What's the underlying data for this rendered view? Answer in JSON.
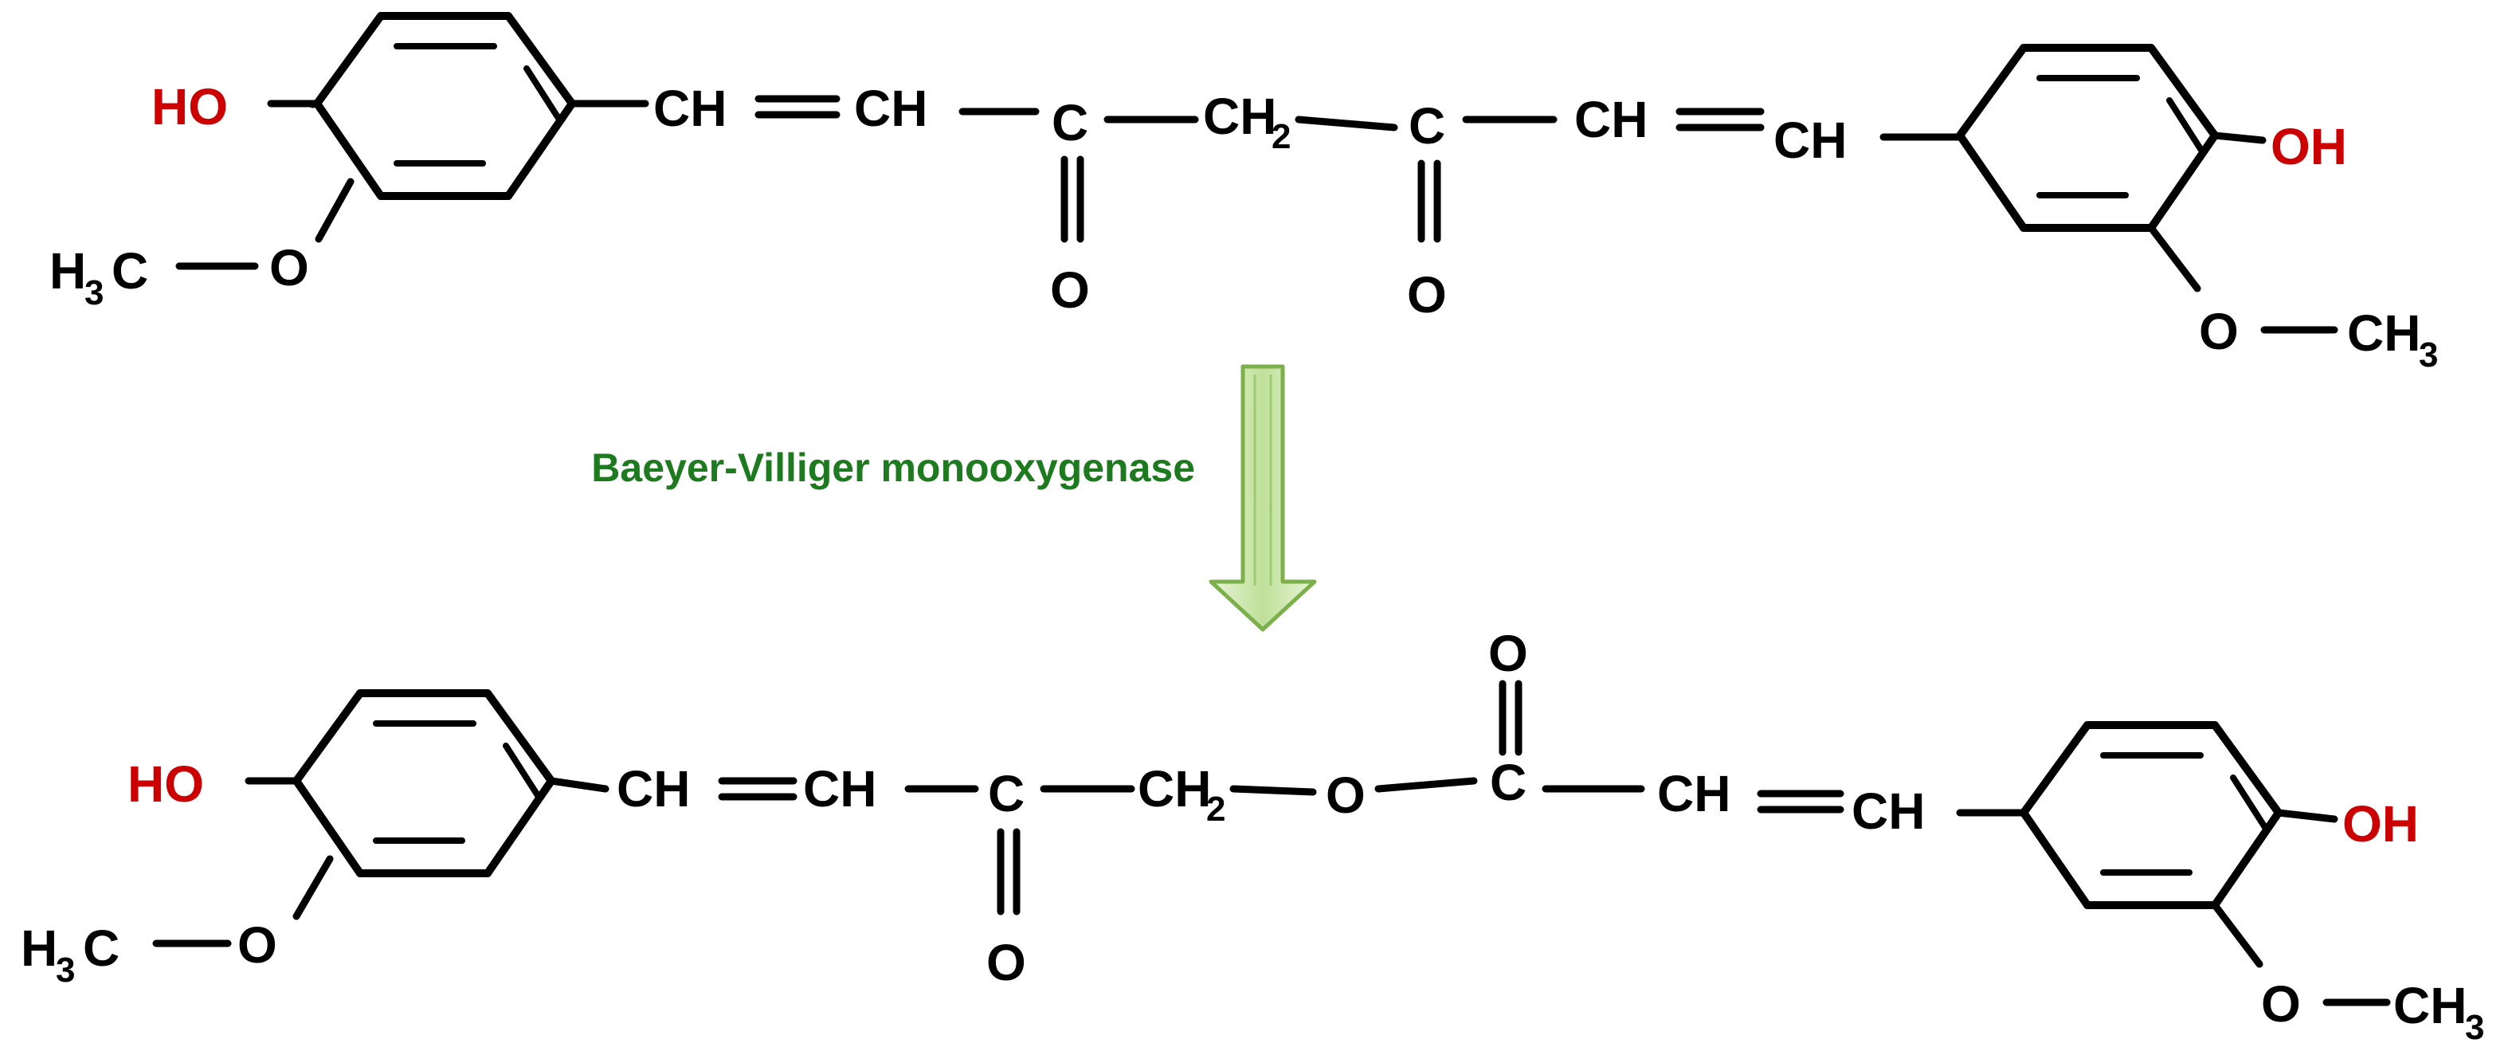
{
  "atoms": {
    "ch": "CH",
    "c": "C",
    "o": "O",
    "ch2_main": "CH",
    "ch2_sub": "2",
    "h3c_h": "H",
    "h3c_sub": "3",
    "h3c_c": "C",
    "ch3_main": "CH",
    "ch3_sub": "3",
    "ho": "HO",
    "oh": "OH"
  },
  "reaction": {
    "enzyme": "Baeyer-Villiger monooxygenase"
  },
  "colors": {
    "hydroxyl": "#cc0000",
    "enzyme": "#1e7a1e",
    "arrow_fill": "#c9e3a3",
    "arrow_stroke": "#7bb04a"
  }
}
